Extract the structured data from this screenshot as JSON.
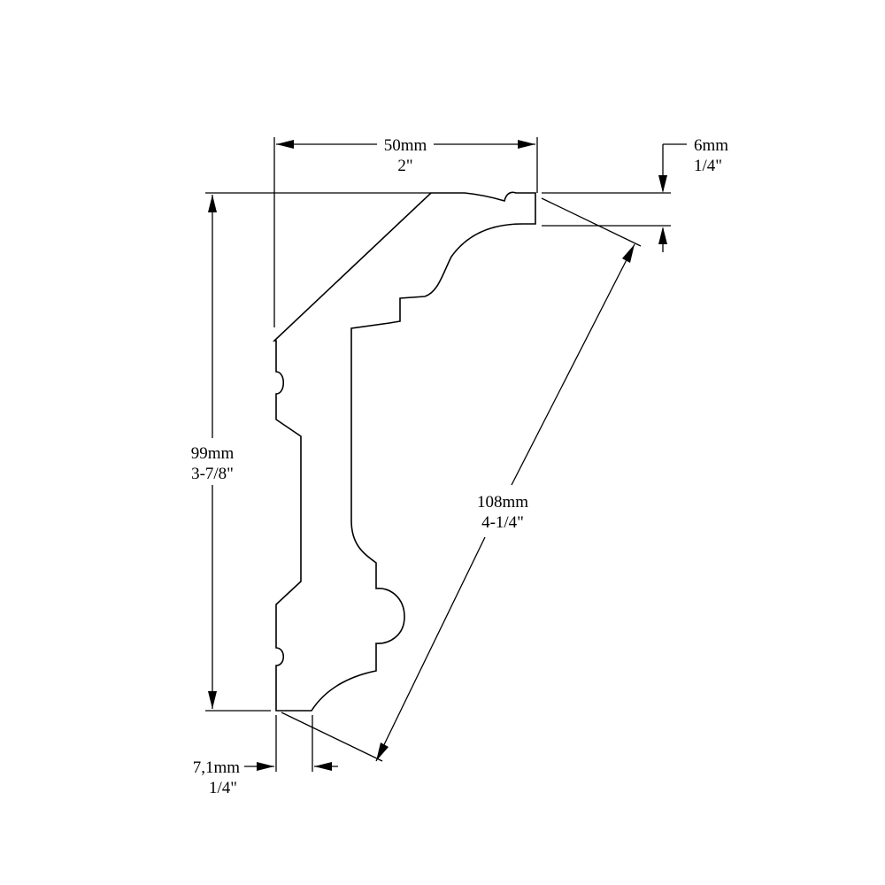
{
  "dimensions": {
    "width": {
      "metric": "50mm",
      "imperial": "2\""
    },
    "top_offset": {
      "metric": "6mm",
      "imperial": "1/4\""
    },
    "height": {
      "metric": "99mm",
      "imperial": "3-7/8\""
    },
    "diagonal": {
      "metric": "108mm",
      "imperial": "4-1/4\""
    },
    "bottom_offset": {
      "metric": "7,1mm",
      "imperial": "1/4\""
    }
  },
  "colors": {
    "line": "#000000",
    "background": "#ffffff"
  }
}
